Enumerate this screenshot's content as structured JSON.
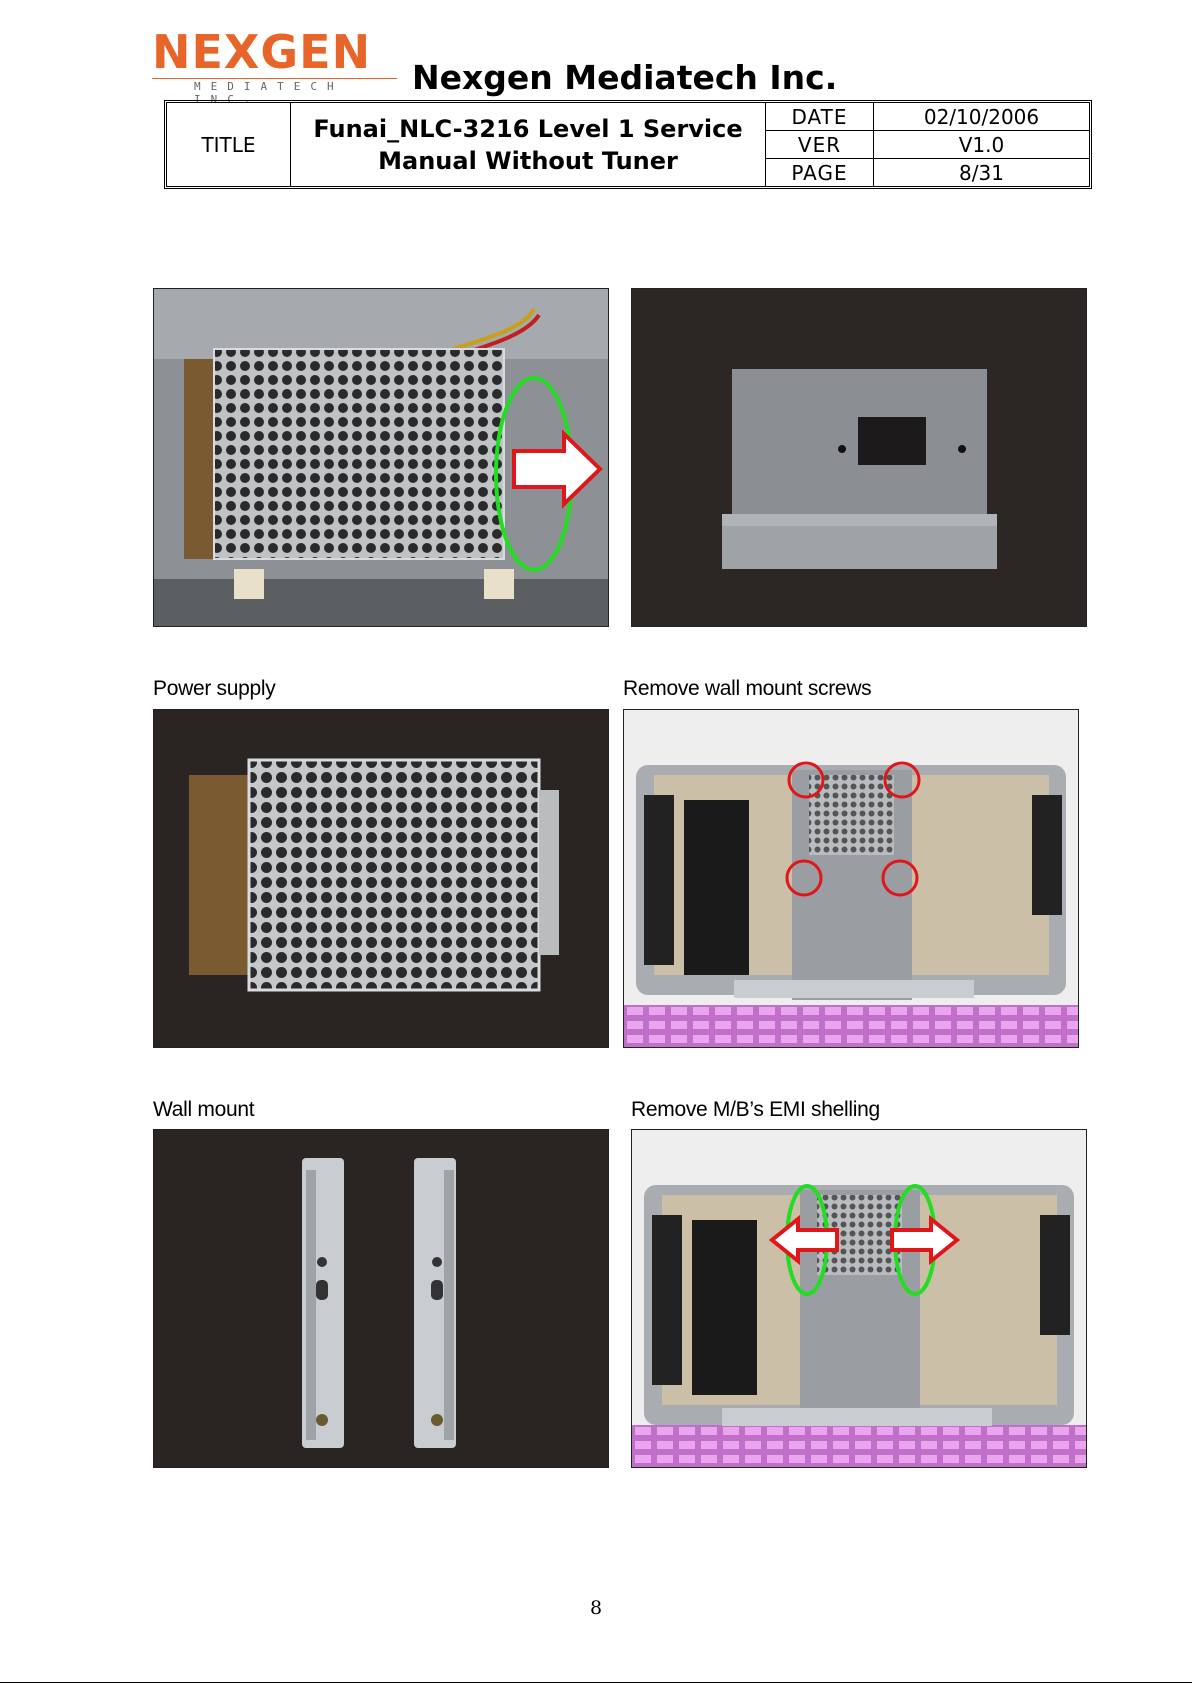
{
  "logo": {
    "word": "NEXGEN",
    "sub": "MEDIATECH INC."
  },
  "company": "Nexgen Mediatech Inc.",
  "header": {
    "title_label": "TITLE",
    "title_value": "Funai_NLC-3216 Level 1 Service Manual Without Tuner",
    "date_label": "DATE",
    "date_value": "02/10/2006",
    "ver_label": "VER",
    "ver_value": "V1.0",
    "page_label": "PAGE",
    "page_value": "8/31"
  },
  "captions": {
    "power_supply": "Power supply",
    "remove_wall_mount_screws": "Remove wall mount screws",
    "wall_mount": "Wall mount",
    "remove_emi_shelling": "Remove M/B’s EMI shelling"
  },
  "page_number": "8",
  "colors": {
    "logo_orange": "#e8652a",
    "annotation_red": "#e0161a",
    "annotation_green": "#22dd22",
    "photo_dark": "#2a2422",
    "photo_light": "#eeeeee",
    "metal_gray": "#9ea3a8"
  }
}
